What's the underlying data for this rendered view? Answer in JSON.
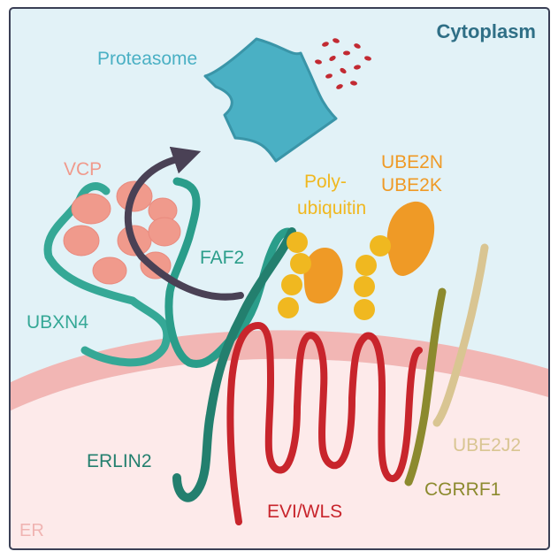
{
  "compartments": {
    "cytoplasm": {
      "label": "Cytoplasm",
      "color": "#2f6f86"
    },
    "er": {
      "label": "ER",
      "color": "#f0b4b2"
    }
  },
  "proteins": {
    "proteasome": {
      "label": "Proteasome",
      "color": "#4ab0c4"
    },
    "vcp": {
      "label": "VCP",
      "color": "#f09a8c"
    },
    "faf2": {
      "label": "FAF2",
      "color": "#2a9d8a"
    },
    "ubxn4": {
      "label": "UBXN4",
      "color": "#35a896"
    },
    "polyubiquitin": {
      "label_line1": "Poly-",
      "label_line2": "ubiquitin",
      "color": "#f0b820"
    },
    "ube2n": {
      "label": "UBE2N",
      "color": "#ef9a26"
    },
    "ube2k": {
      "label": "UBE2K",
      "color": "#ef9a26"
    },
    "erlin2": {
      "label": "ERLIN2",
      "color": "#237f6e"
    },
    "evi_wls": {
      "label": "EVI/WLS",
      "color": "#c8252c"
    },
    "ube2j2": {
      "label": "UBE2J2",
      "color": "#d9c592"
    },
    "cgrrf1": {
      "label": "CGRRF1",
      "color": "#8c8a2e"
    }
  },
  "colors": {
    "frame": "#3a3f55",
    "cytoplasm_bg": "#e2f2f7",
    "er_bg": "#fdeaea",
    "membrane": "#f2b6b4",
    "arrow": "#4a4155",
    "peptide": "#c22a32"
  }
}
